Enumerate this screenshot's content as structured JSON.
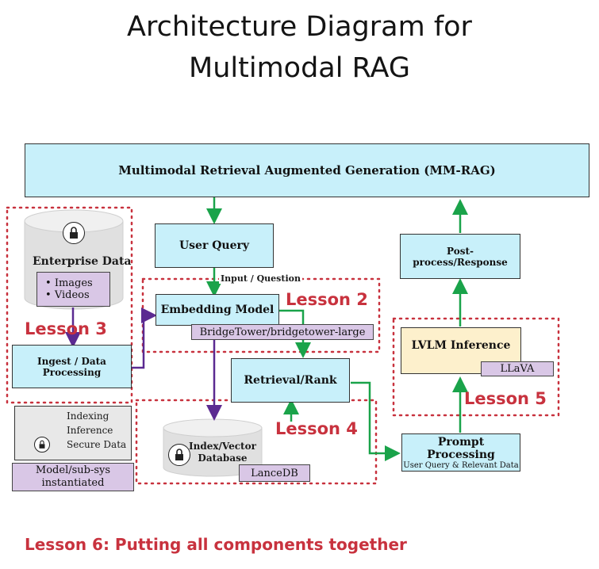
{
  "title": {
    "line1": "Architecture Diagram for",
    "line2": "Multimodal RAG"
  },
  "nodes": {
    "mmrag": "Multimodal Retrieval Augmented Generation (MM-RAG)",
    "user_query": "User Query",
    "input_question": "Input / Question",
    "enterprise_data": "Enterprise Data",
    "images": "Images",
    "videos": "Videos",
    "ingest": "Ingest / Data Processing",
    "embedding": "Embedding Model",
    "bridgetower": "BridgeTower/bridgetower-large",
    "retrieval": "Retrieval/Rank",
    "index_db_line1": "Index/Vector",
    "index_db_line2": "Database",
    "lancedb": "LanceDB",
    "post_process": "Post-process/Response",
    "lvlm": "LVLM Inference",
    "llava": "LLaVA",
    "prompt_processing": "Prompt Processing",
    "prompt_sub": "User Query & Relevant Data"
  },
  "legend": {
    "indexing": "Indexing",
    "inference": "Inference",
    "secure": "Secure Data",
    "model_line1": "Model/sub-sys",
    "model_line2": "instantiated"
  },
  "lessons": {
    "l2": "Lesson 2",
    "l3": "Lesson 3",
    "l4": "Lesson 4",
    "l5": "Lesson 5",
    "l6": "Lesson 6: Putting all components together"
  },
  "colors": {
    "indexing": "#5b2a91",
    "inference": "#1aa34a",
    "lesson": "#c8323e",
    "box": "#c8f0fa",
    "tag": "#d9c7e6",
    "lvlm": "#fdf0cc"
  },
  "icons": [
    "lock-icon"
  ]
}
